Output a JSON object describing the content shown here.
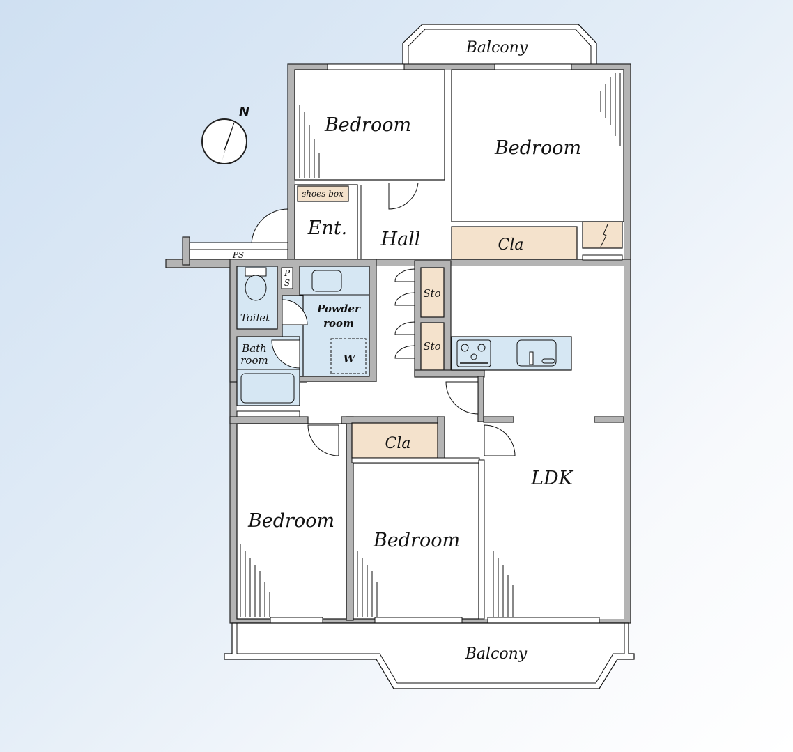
{
  "plan": {
    "compass_label": "N",
    "rooms": {
      "balcony_top": "Balcony",
      "bedroom_nw": "Bedroom",
      "bedroom_ne": "Bedroom",
      "shoes_box": "shoes box",
      "entrance": "Ent.",
      "hall": "Hall",
      "closet_ne": "Cla",
      "pipe_space_outer": "PS",
      "pipe_space_inner_1": "P",
      "pipe_space_inner_2": "S",
      "toilet": "Toilet",
      "powder_room_1": "Powder",
      "powder_room_2": "room",
      "washer": "W",
      "bathroom_1": "Bath",
      "bathroom_2": "room",
      "storage_1": "Sto",
      "storage_2": "Sto",
      "closet_center": "Cla",
      "ldk": "LDK",
      "bedroom_sw": "Bedroom",
      "bedroom_s": "Bedroom",
      "balcony_bottom": "Balcony"
    },
    "colors": {
      "wall": "#b4b4b4",
      "wet_area": "#d6e7f3",
      "storage": "#f4e2cc"
    }
  }
}
